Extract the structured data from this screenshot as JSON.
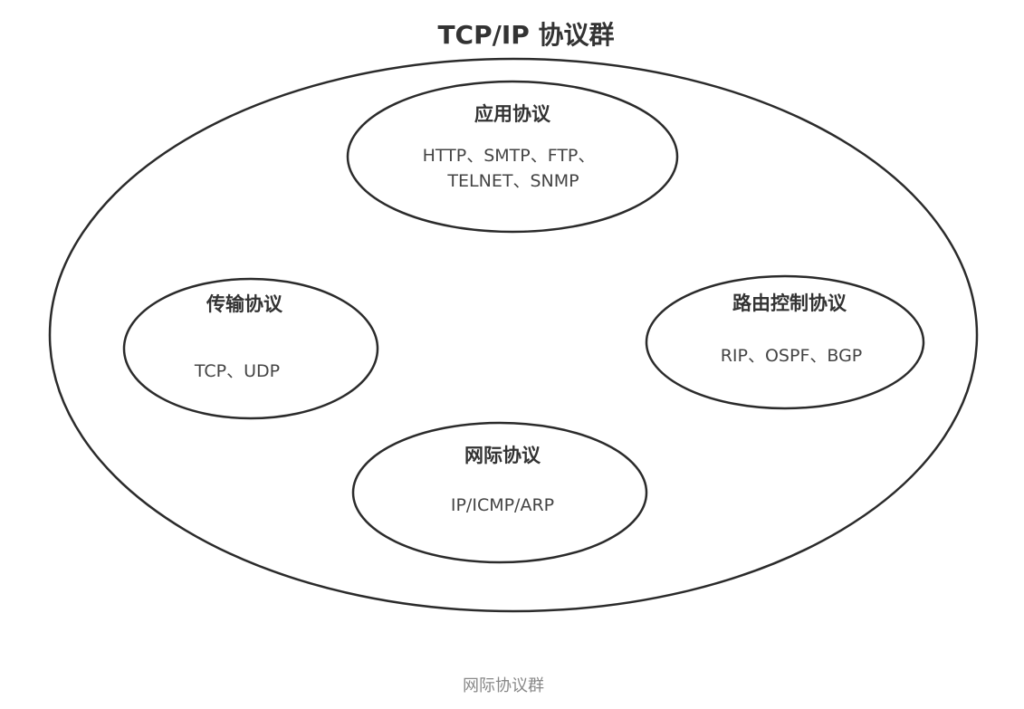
{
  "title": "TCP/IP 协议群",
  "caption": "网际协议群",
  "groups": {
    "application": {
      "title": "应用协议",
      "lines": [
        "HTTP、SMTP、FTP、",
        "TELNET、SNMP"
      ]
    },
    "transport": {
      "title": "传输协议",
      "lines": [
        "TCP、UDP"
      ]
    },
    "routing": {
      "title": "路由控制协议",
      "lines": [
        "RIP、OSPF、BGP"
      ]
    },
    "internet": {
      "title": "网际协议",
      "lines": [
        "IP/ICMP/ARP"
      ]
    }
  }
}
